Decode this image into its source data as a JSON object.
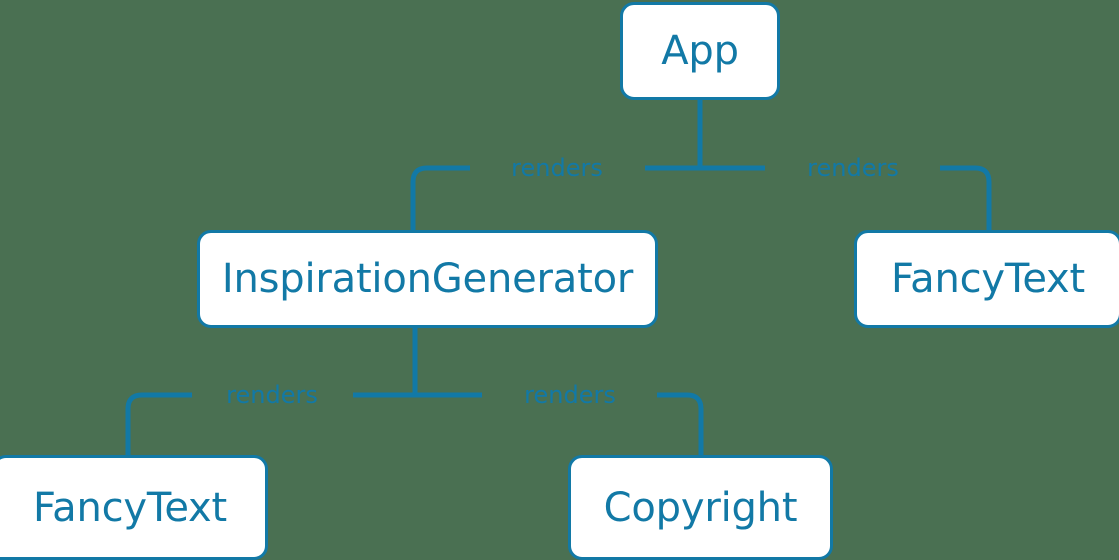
{
  "diagram": {
    "type": "component-tree",
    "background_color": "#4a7052",
    "accent_color": "#1279a6",
    "node_fill_color": "#ffffff",
    "nodes": [
      {
        "id": "app",
        "label": "App"
      },
      {
        "id": "inspiration",
        "label": "InspirationGenerator"
      },
      {
        "id": "fancytext_right",
        "label": "FancyText"
      },
      {
        "id": "fancytext_bottom",
        "label": "FancyText"
      },
      {
        "id": "copyright",
        "label": "Copyright"
      }
    ],
    "edges": [
      {
        "from": "app",
        "to": "inspiration",
        "label": "renders"
      },
      {
        "from": "app",
        "to": "fancytext_right",
        "label": "renders"
      },
      {
        "from": "inspiration",
        "to": "fancytext_bottom",
        "label": "renders"
      },
      {
        "from": "inspiration",
        "to": "copyright",
        "label": "renders"
      }
    ]
  }
}
